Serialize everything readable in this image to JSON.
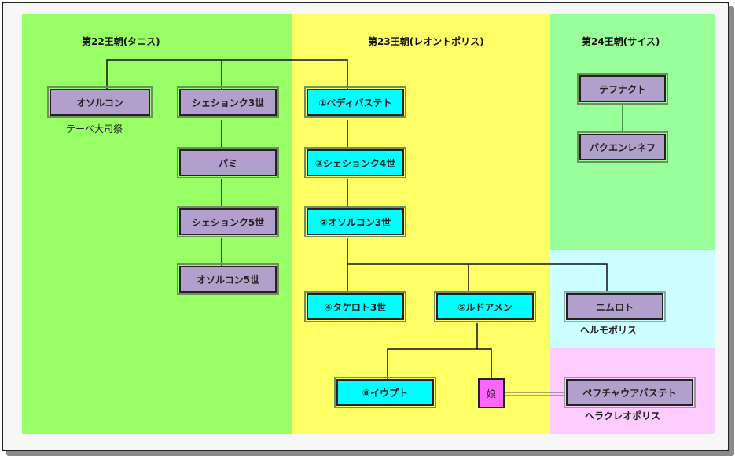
{
  "diagram": {
    "dynasties": [
      {
        "id": "d22",
        "title": "第22王朝(タニス)",
        "color": "#99ff66"
      },
      {
        "id": "d23",
        "title": "第23王朝(レオントポリス)",
        "color": "#ffff66"
      },
      {
        "id": "d24",
        "title": "第24王朝(サイス)",
        "color": "#99ff99"
      }
    ],
    "regions": [
      {
        "id": "hermopolis",
        "color": "#ccffff"
      },
      {
        "id": "herakleopolis",
        "color": "#ffccff"
      }
    ],
    "nodes": {
      "osorkon": {
        "label": "オソルコン",
        "note": "テーベ大司祭",
        "style": "purple"
      },
      "shoshenq3": {
        "label": "シェションク3世",
        "style": "purple"
      },
      "pami": {
        "label": "パミ",
        "style": "purple"
      },
      "shoshenq5": {
        "label": "シェションク5世",
        "style": "purple"
      },
      "osorkon5": {
        "label": "オソルコン5世",
        "style": "purple"
      },
      "pedubast": {
        "label": "①ペディバステト",
        "style": "cyan"
      },
      "shoshenq4": {
        "label": "②シェションク4世",
        "style": "cyan"
      },
      "osorkon3": {
        "label": "③オソルコン3世",
        "style": "cyan"
      },
      "takelot3": {
        "label": "④タケロト3世",
        "style": "cyan"
      },
      "rudamun": {
        "label": "⑤ルドアメン",
        "style": "cyan"
      },
      "iuput": {
        "label": "⑥イウプト",
        "style": "cyan"
      },
      "daughter": {
        "label": "娘",
        "style": "pink"
      },
      "tefnakht": {
        "label": "テフナクト",
        "style": "purple"
      },
      "bakenranef": {
        "label": "バクエンレネフ",
        "style": "purple"
      },
      "nimlot": {
        "label": "ニムロト",
        "note": "ヘルモポリス",
        "style": "purple"
      },
      "peftjauawybast": {
        "label": "ペフチャウアバステト",
        "note": "ヘラクレオポリス",
        "style": "purple"
      }
    },
    "colors": {
      "purple": "#b39fcb",
      "cyan": "#00ffff",
      "pink": "#ff66ff",
      "line": "#111111"
    }
  }
}
